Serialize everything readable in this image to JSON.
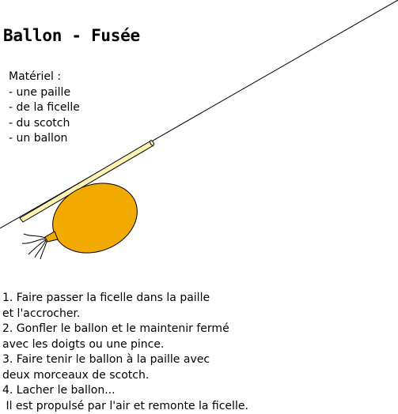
{
  "title": "Ballon - Fusée",
  "materials": {
    "heading": "Matériel :",
    "items": [
      "- une paille",
      "- de la ficelle",
      "- du scotch",
      "- un ballon"
    ]
  },
  "steps": [
    "1. Faire passer la ficelle dans la paille",
    "et l'accrocher.",
    "2. Gonfler le ballon et le maintenir fermé",
    "avec les doigts ou une pince.",
    "3. Faire tenir le ballon à la paille avec",
    "deux morceaux de scotch.",
    "4. Lacher le ballon...",
    " Il est propulsé par l'air et remonte la ficelle."
  ],
  "colors": {
    "balloon": "#F2A900",
    "straw": "#FFF2B3",
    "outline": "#000000"
  }
}
